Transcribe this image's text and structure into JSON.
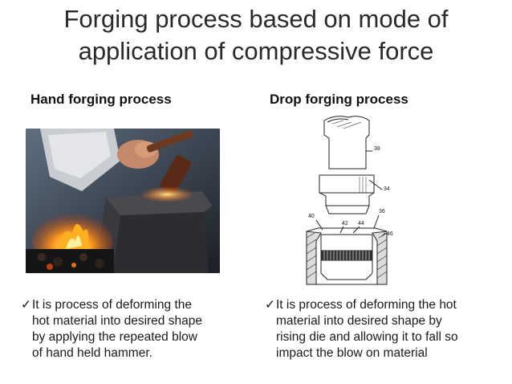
{
  "slide": {
    "title_line1": "Forging process based on mode of",
    "title_line2": "application of compressive force"
  },
  "left": {
    "heading": "Hand forging process",
    "check": "✓",
    "lines": [
      "It is process of deforming the",
      "hot material into desired shape",
      "by applying the repeated blow",
      "of hand held hammer."
    ]
  },
  "right": {
    "heading": "Drop forging process",
    "check": "✓",
    "lines": [
      "It is process of deforming the hot",
      "material into desired shape by",
      "rising die and allowing it to fall so",
      "impact the blow on material"
    ],
    "diagram_labels": {
      "l38": "38",
      "l34": "34",
      "l36": "36",
      "l40": "40",
      "l42": "42",
      "l44": "44",
      "l46": "46"
    }
  }
}
